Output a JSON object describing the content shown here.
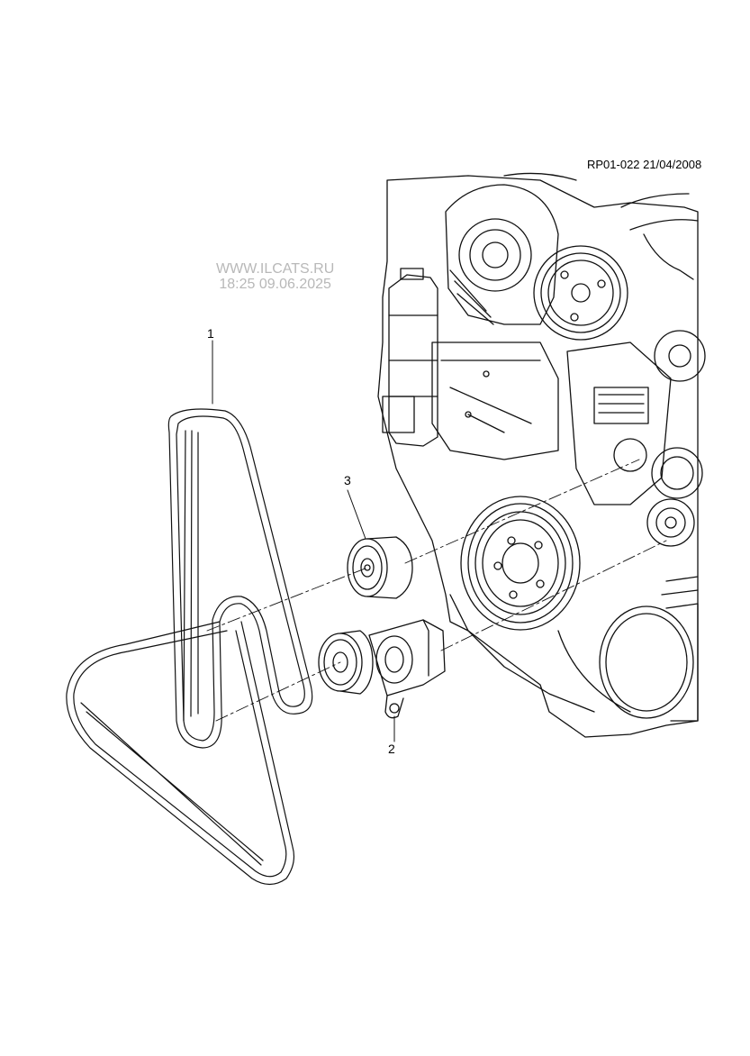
{
  "reference": "RP01-022 21/04/2008",
  "watermark": {
    "site": "WWW.ILCATS.RU",
    "timestamp": "18:25 09.06.2025"
  },
  "callouts": [
    "1",
    "2",
    "3"
  ],
  "parts": [
    "serpentine-belt",
    "belt-tensioner",
    "idler-pulley",
    "engine-block"
  ]
}
